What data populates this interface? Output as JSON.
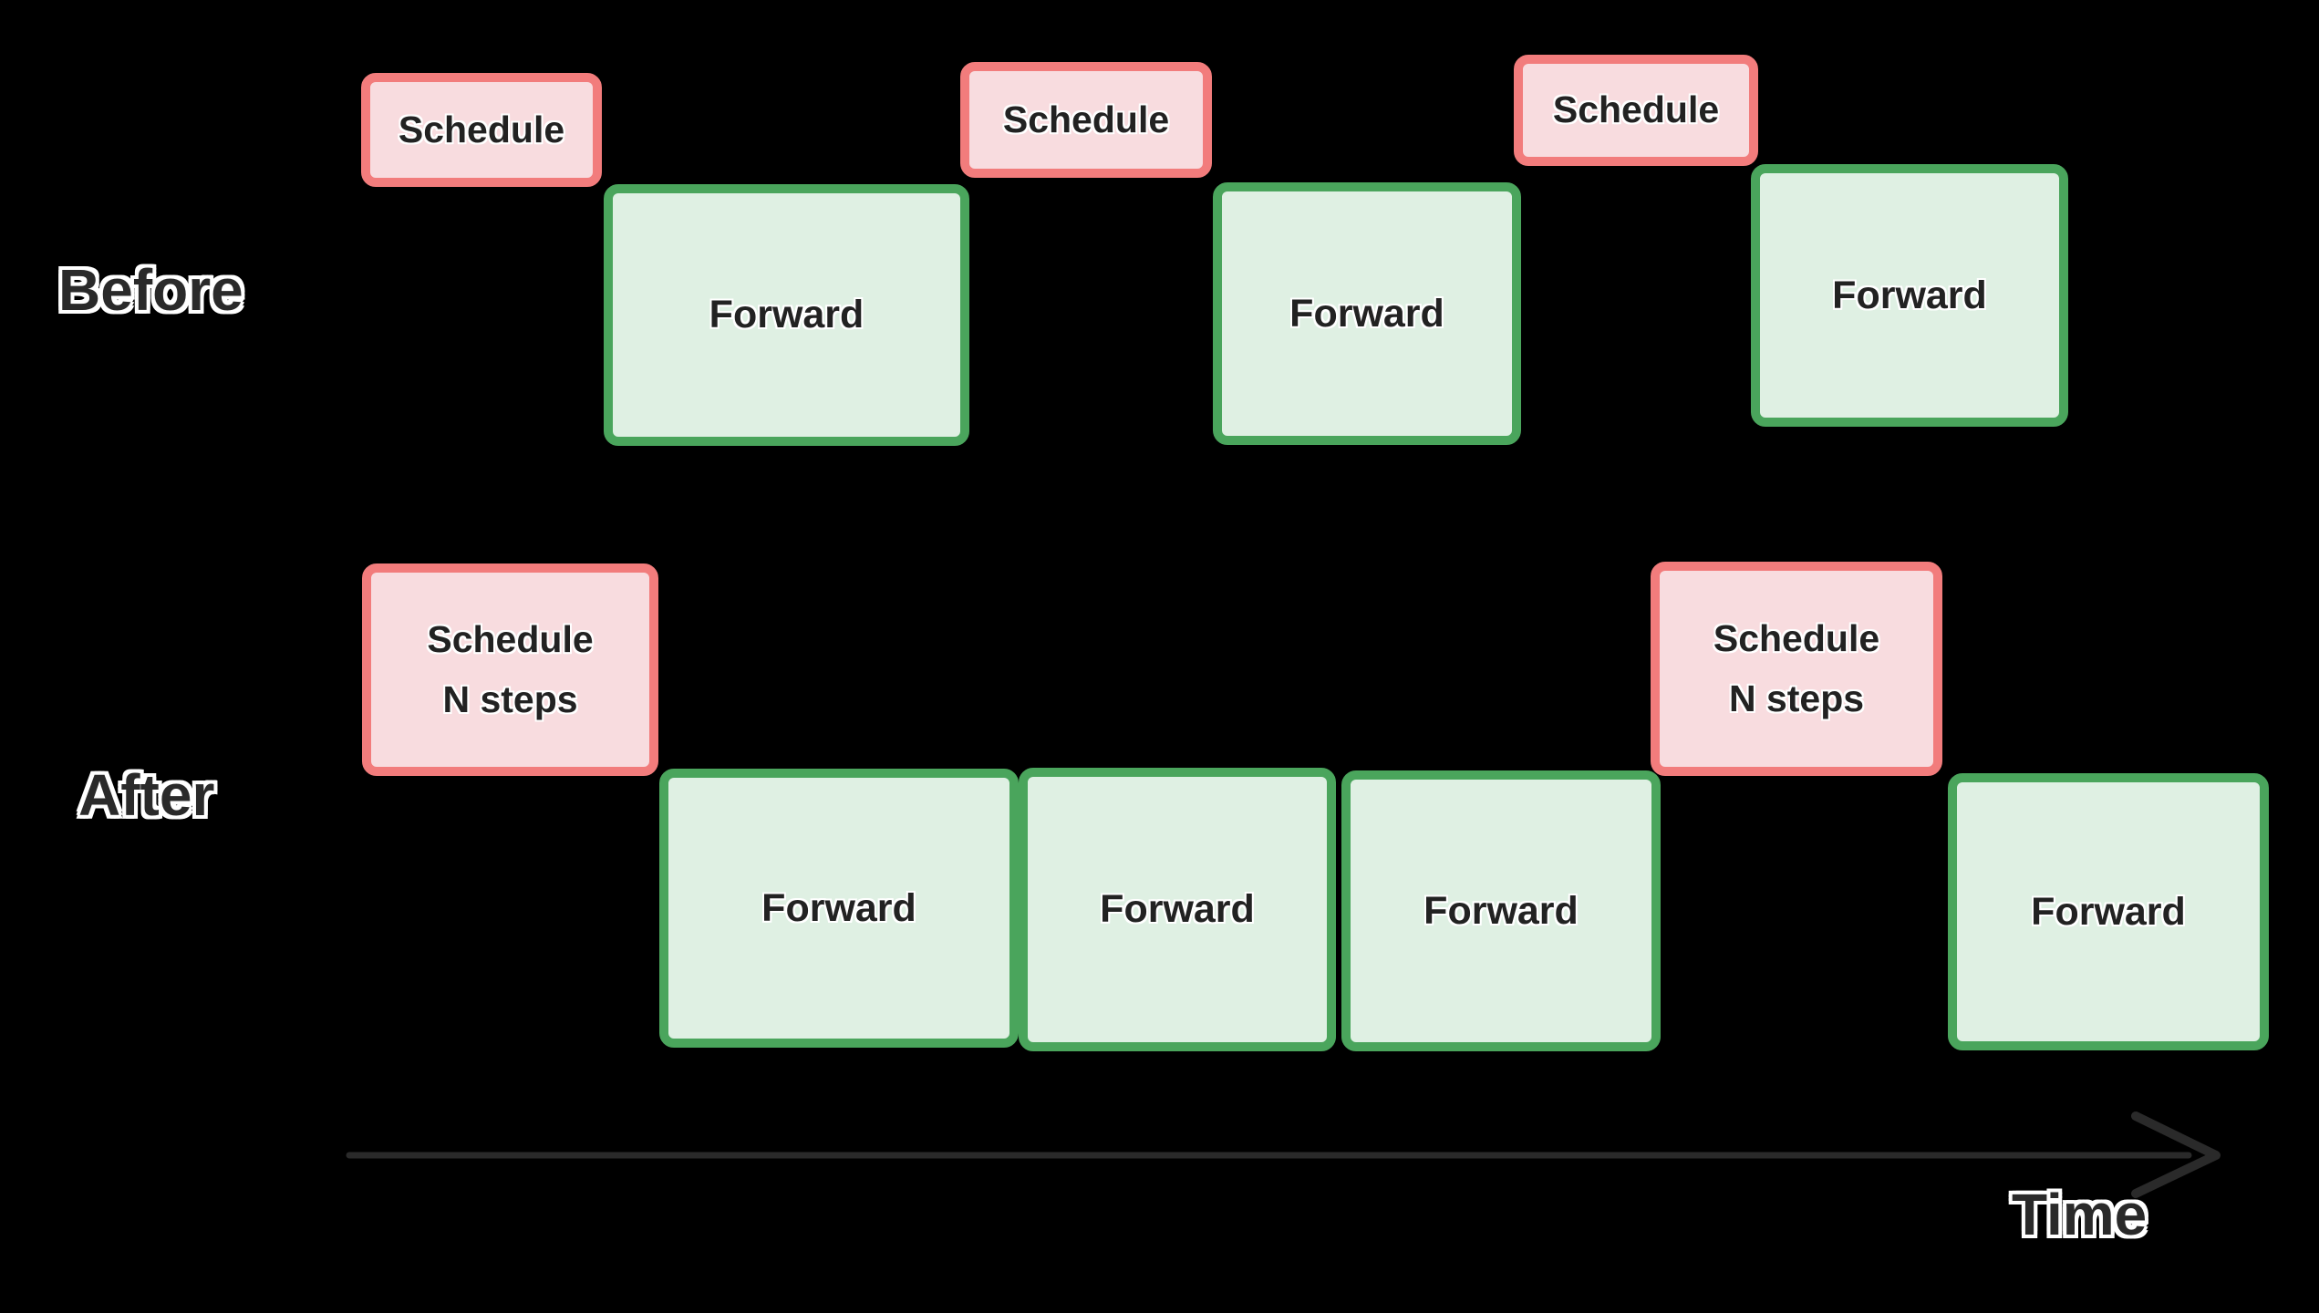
{
  "colors": {
    "background": "#000000",
    "schedule_border": "#f27c7c",
    "schedule_fill": "#f8dcdf",
    "forward_border": "#4aa55c",
    "forward_fill": "#dff0e3",
    "block_text": "#222222",
    "label_text": "#2a2a2a",
    "label_outline": "#ffffff",
    "arrow_color": "#2a2a2a"
  },
  "rows": {
    "before": {
      "label": "Before",
      "blocks": [
        {
          "type": "schedule",
          "label": "Schedule"
        },
        {
          "type": "forward",
          "label": "Forward"
        },
        {
          "type": "schedule",
          "label": "Schedule"
        },
        {
          "type": "forward",
          "label": "Forward"
        },
        {
          "type": "schedule",
          "label": "Schedule"
        },
        {
          "type": "forward",
          "label": "Forward"
        }
      ]
    },
    "after": {
      "label": "After",
      "blocks": [
        {
          "type": "schedule",
          "label": "Schedule",
          "sublabel": "N steps"
        },
        {
          "type": "forward",
          "label": "Forward"
        },
        {
          "type": "forward",
          "label": "Forward"
        },
        {
          "type": "forward",
          "label": "Forward"
        },
        {
          "type": "schedule",
          "label": "Schedule",
          "sublabel": "N steps"
        },
        {
          "type": "forward",
          "label": "Forward"
        }
      ]
    }
  },
  "axis": {
    "label": "Time"
  }
}
